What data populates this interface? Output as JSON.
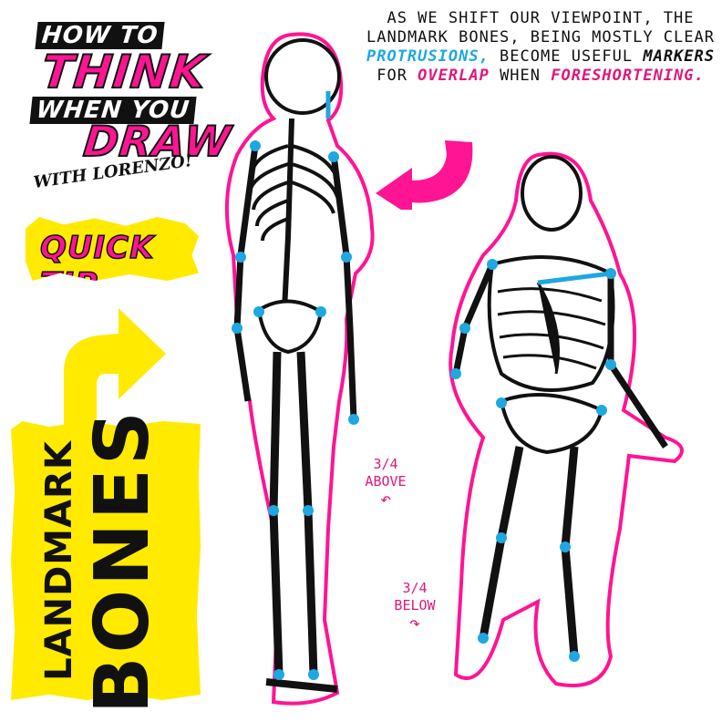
{
  "logo": {
    "how_to": "HOW TO",
    "think": "THINK",
    "when_you": "WHEN YOU",
    "draw": "DRAW",
    "signature": "WITH LORENZO!"
  },
  "quick_tip": "QUICK TIP",
  "title": {
    "line1": "LANDMARK",
    "line2": "BONES"
  },
  "caption": {
    "part1": "AS WE SHIFT OUR VIEWPOINT, THE LANDMARK BONES, BEING MOSTLY CLEAR ",
    "protrusions": "PROTRUSIONS,",
    "part2": " BECOME USEFUL ",
    "markers": "MARKERS",
    "part3": " FOR ",
    "overlap": "OVERLAP",
    "part4": " WHEN ",
    "foreshortening": "FORESHORTENING."
  },
  "views": {
    "above_fraction": "3/4",
    "above_word": "ABOVE",
    "below_fraction": "3/4",
    "below_word": "BELOW"
  },
  "colors": {
    "pink": "#ff1493",
    "cyan": "#1ea7e1",
    "yellow": "#ffea00",
    "black": "#111111"
  },
  "icons": [
    "curved-arrow-icon",
    "skeleton-above-illustration",
    "skeleton-below-illustration"
  ]
}
